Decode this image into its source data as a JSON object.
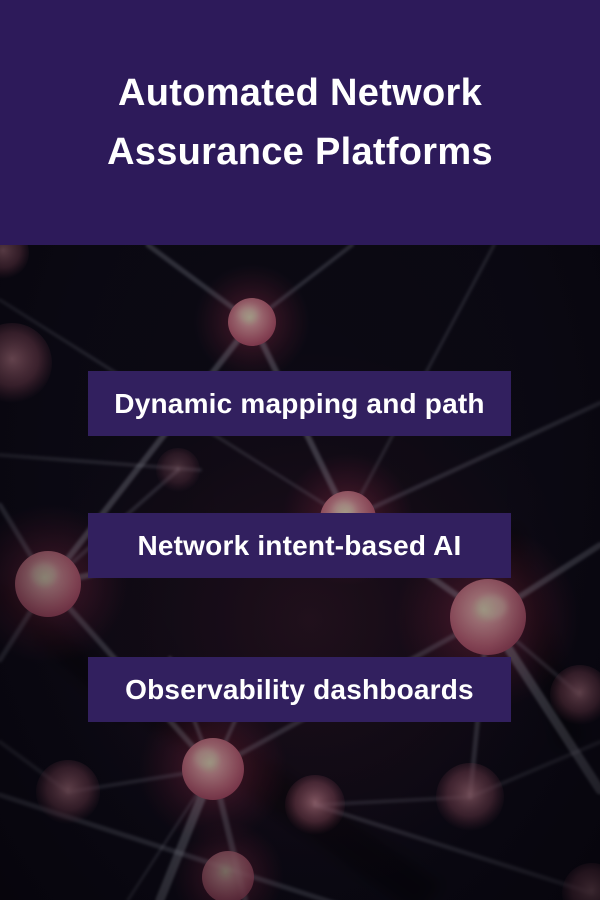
{
  "header": {
    "title": "Automated Network Assurance Platforms"
  },
  "banners": [
    {
      "label": "Dynamic mapping and path"
    },
    {
      "label": "Network intent-based AI"
    },
    {
      "label": "Observability dashboards"
    }
  ],
  "background_art": {
    "kind": "glowing-network-nodes-illustration"
  },
  "colors": {
    "header_bg": "#2d1a5a",
    "banner_bg": "#32205f",
    "text": "#ffffff",
    "page_bg": "#0c0a14",
    "node_glow": "#b63a58",
    "node_core": "#cb8d92",
    "strut_line": "#c6cad6"
  }
}
